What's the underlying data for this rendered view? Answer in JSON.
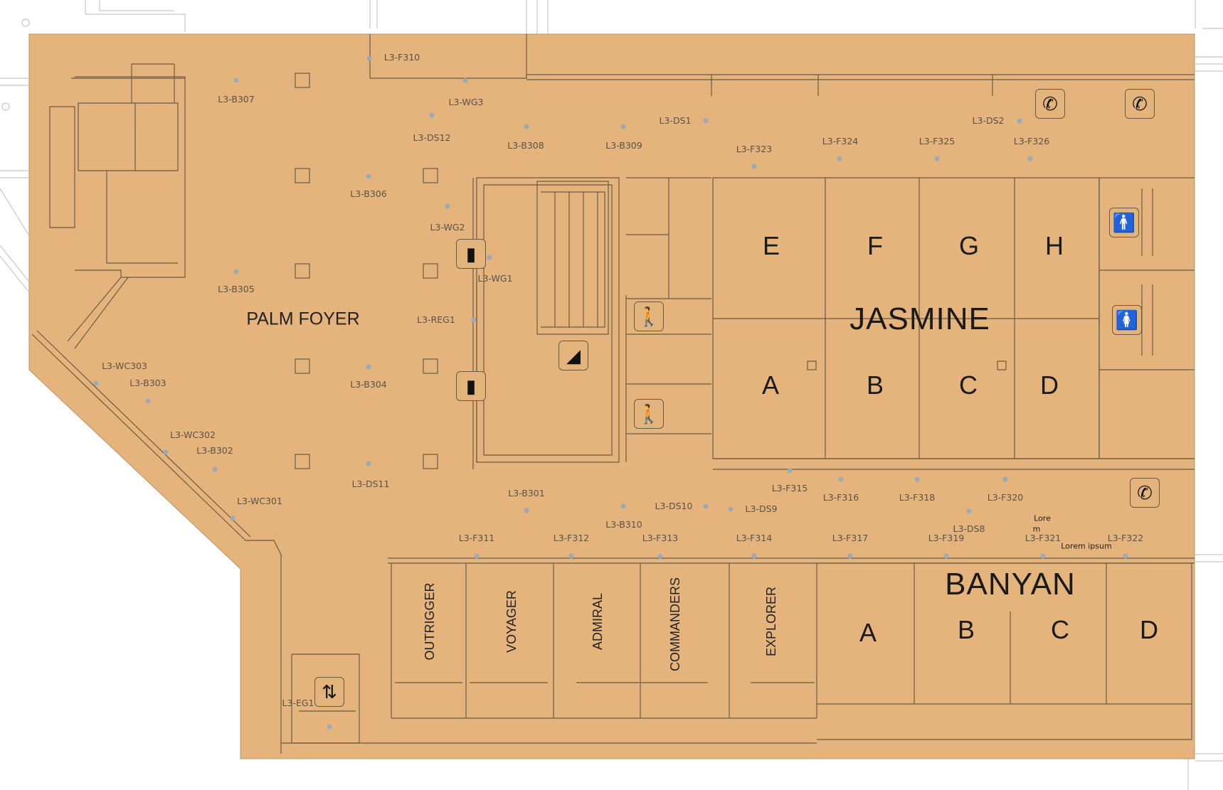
{
  "map": {
    "colors": {
      "floor": "#e4b47c",
      "walls": "#6b5a44",
      "outline": "#c8c8c8",
      "dot": "#9aaab8"
    },
    "areas": {
      "palm_foyer": "PALM FOYER",
      "jasmine": "JASMINE",
      "banyan": "BANYAN",
      "jasmine_rooms": [
        "E",
        "F",
        "G",
        "H",
        "A",
        "B",
        "C",
        "D"
      ],
      "banyan_rooms": [
        "A",
        "B",
        "C",
        "D"
      ],
      "vertical_rooms": [
        "OUTRIGGER",
        "VOYAGER",
        "ADMIRAL",
        "COMMANDERS",
        "EXPLORER"
      ],
      "lorem_1": "Lore",
      "lorem_2": "m",
      "lorem_3": "Lorem ipsum"
    },
    "markers": [
      "L3-F310",
      "L3-B307",
      "L3-WG3",
      "L3-DS12",
      "L3-B308",
      "L3-B309",
      "L3-DS1",
      "L3-F323",
      "L3-F324",
      "L3-F325",
      "L3-F326",
      "L3-DS2",
      "L3-B306",
      "L3-WG2",
      "L3-WG1",
      "L3-B305",
      "L3-REG1",
      "L3-B304",
      "L3-WC303",
      "L3-B303",
      "L3-WC302",
      "L3-B302",
      "L3-WC301",
      "L3-DS11",
      "L3-B301",
      "L3-B310",
      "L3-DS10",
      "L3-DS9",
      "L3-F315",
      "L3-F316",
      "L3-F318",
      "L3-F320",
      "L3-DS8",
      "L3-F311",
      "L3-F312",
      "L3-F313",
      "L3-F314",
      "L3-F317",
      "L3-F319",
      "L3-F321",
      "L3-F322",
      "L3-EG1"
    ],
    "icons": {
      "registration_1": "registration-desk-icon",
      "registration_2": "registration-desk-icon",
      "escalator": "escalator-icon",
      "stairs_1": "stairs-icon",
      "stairs_2": "stairs-icon",
      "phone_1": "phone-icon",
      "phone_2": "phone-icon",
      "phone_3": "phone-icon",
      "mens_restroom": "mens-restroom-icon",
      "womens_restroom": "womens-restroom-icon",
      "elevator": "elevator-icon"
    }
  }
}
